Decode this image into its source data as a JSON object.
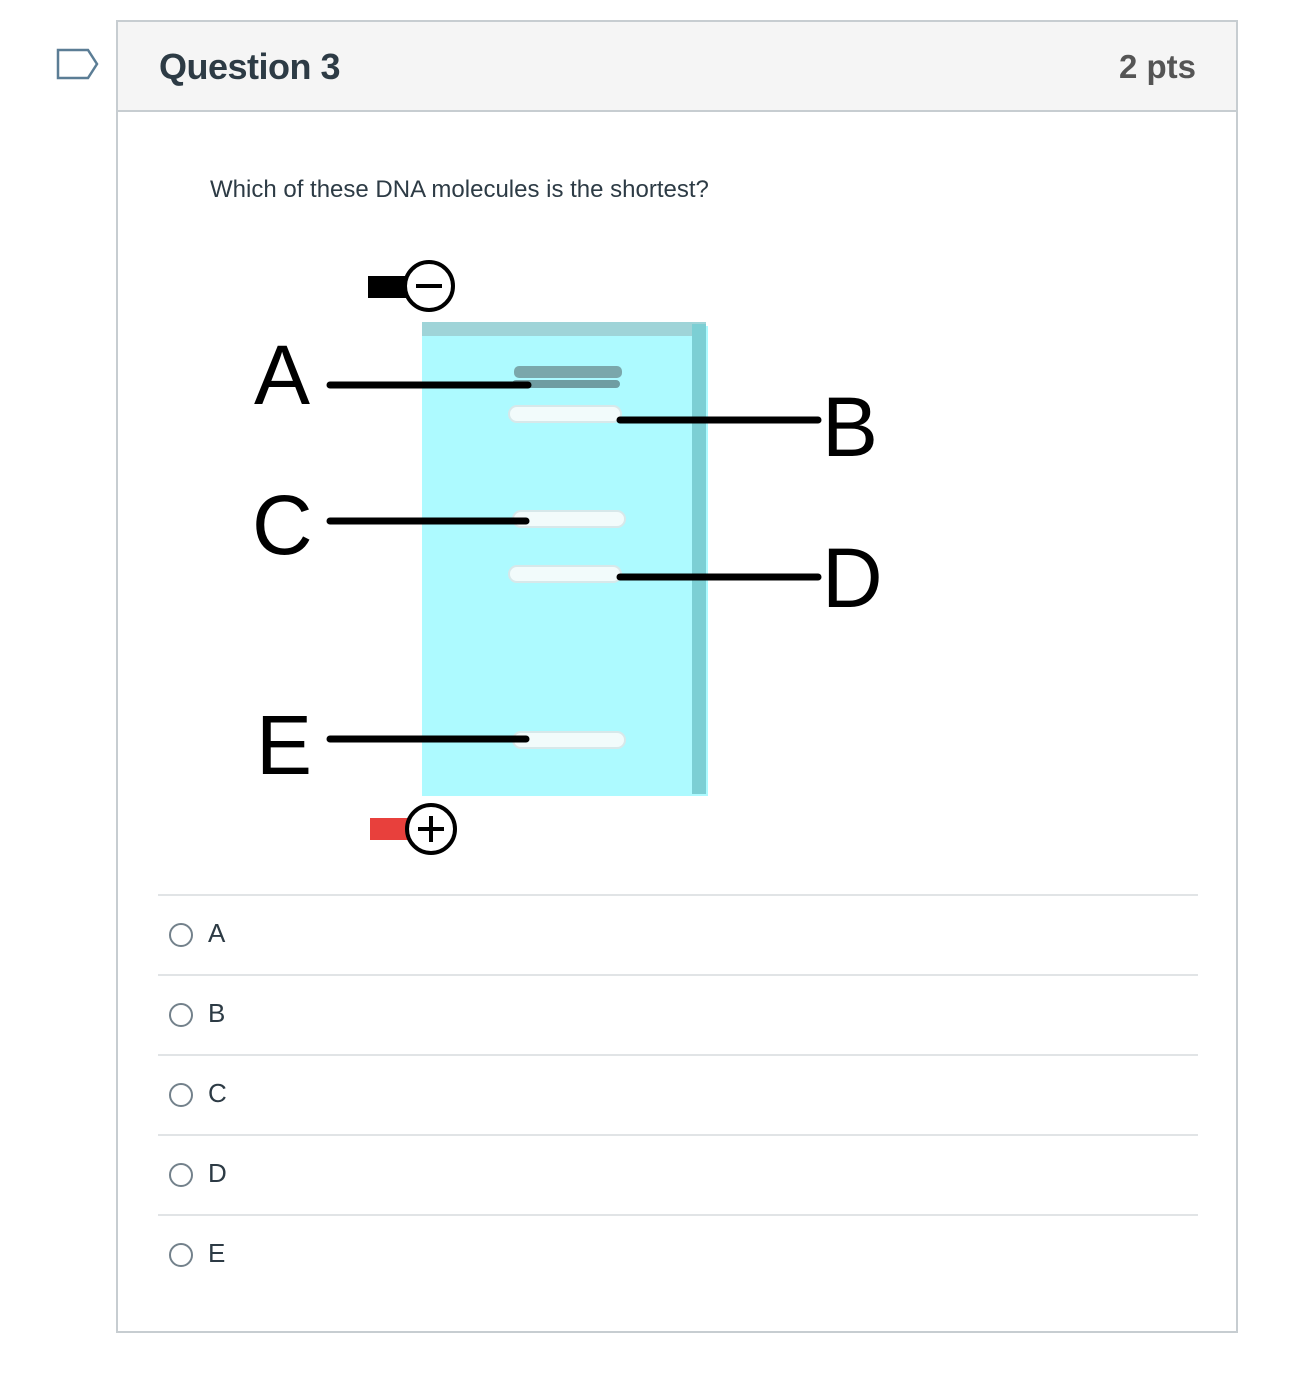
{
  "question": {
    "title": "Question 3",
    "points": "2 pts",
    "text": "Which of these DNA molecules is the shortest?"
  },
  "figure": {
    "band_labels": {
      "a": "A",
      "b": "B",
      "c": "C",
      "d": "D",
      "e": "E"
    },
    "negative_electrode_icon": "minus-circle-icon",
    "positive_electrode_icon": "plus-circle-icon",
    "gel_color": "#adfaff",
    "negative_lead_color": "#000000",
    "positive_lead_color": "#e8403c"
  },
  "answers": [
    {
      "label": "A"
    },
    {
      "label": "B"
    },
    {
      "label": "C"
    },
    {
      "label": "D"
    },
    {
      "label": "E"
    }
  ],
  "colors": {
    "border": "#c7cdd1",
    "header_bg": "#f5f5f5",
    "text": "#2d3b45",
    "flag": "#5b7d95"
  }
}
